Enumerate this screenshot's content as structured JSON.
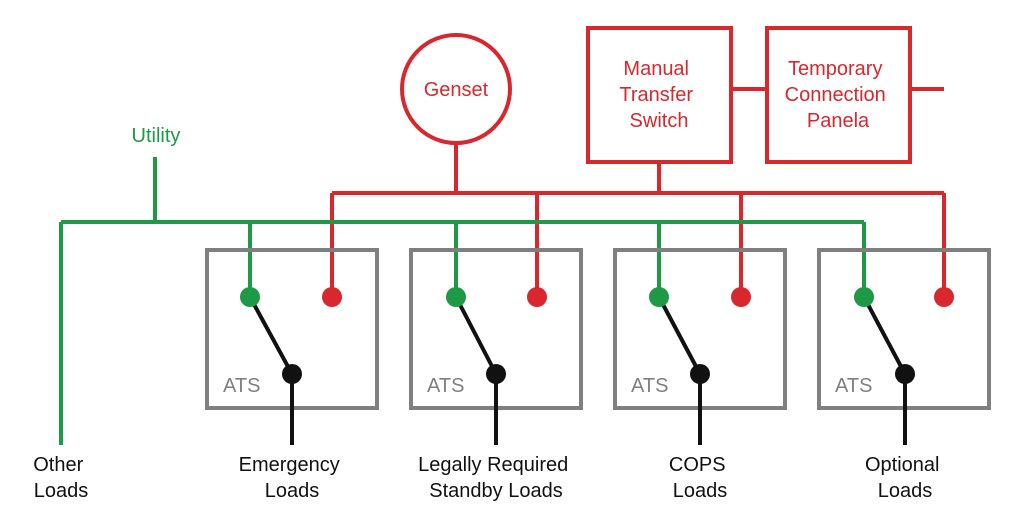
{
  "colors": {
    "utility": "#1e9a46",
    "generator": "#d9272e",
    "switch_box": "#7f7f7f",
    "switch_blade": "#111111"
  },
  "utility": {
    "label": "Utility"
  },
  "genset": {
    "label": "Genset"
  },
  "manual_transfer_switch": {
    "lines": [
      "Manual",
      "Transfer",
      "Switch"
    ]
  },
  "temporary_connection_panel": {
    "lines": [
      "Temporary",
      "Connection",
      "Panela"
    ]
  },
  "ats_units": [
    {
      "label": "ATS",
      "load_lines": [
        "Emergency",
        "Loads"
      ]
    },
    {
      "label": "ATS",
      "load_lines": [
        "Legally Required",
        "Standby Loads"
      ]
    },
    {
      "label": "ATS",
      "load_lines": [
        "COPS",
        "Loads"
      ]
    },
    {
      "label": "ATS",
      "load_lines": [
        "Optional",
        "Loads"
      ]
    }
  ],
  "other_loads": {
    "lines": [
      "Other",
      "Loads"
    ]
  }
}
